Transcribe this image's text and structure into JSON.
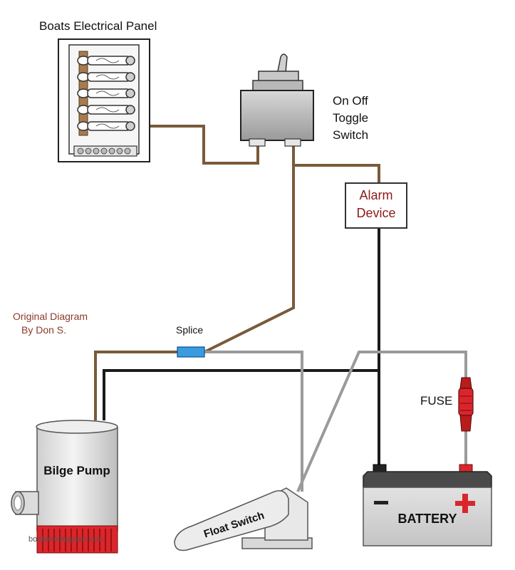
{
  "labels": {
    "panel_title": "Boats Electrical Panel",
    "toggle_line1": "On Off",
    "toggle_line2": "Toggle",
    "toggle_line3": "Switch",
    "alarm_line1": "Alarm",
    "alarm_line2": "Device",
    "credit_line1": "Original Diagram",
    "credit_line2": "By Don S.",
    "splice": "Splice",
    "fuse": "FUSE",
    "bilge_pump": "Bilge Pump",
    "float_switch": "Float Switch",
    "battery": "BATTERY",
    "watermark": "boatwirediagram.com"
  },
  "colors": {
    "wire_brown": "#7a5a3a",
    "wire_black": "#1a1a1a",
    "wire_gray": "#9a9a9a",
    "wire_red": "#cc2222",
    "pump_red": "#d9262c",
    "splice_blue": "#3b9be0",
    "alarm_text": "#8b1a1a",
    "credit_text": "#8b3a2a"
  }
}
